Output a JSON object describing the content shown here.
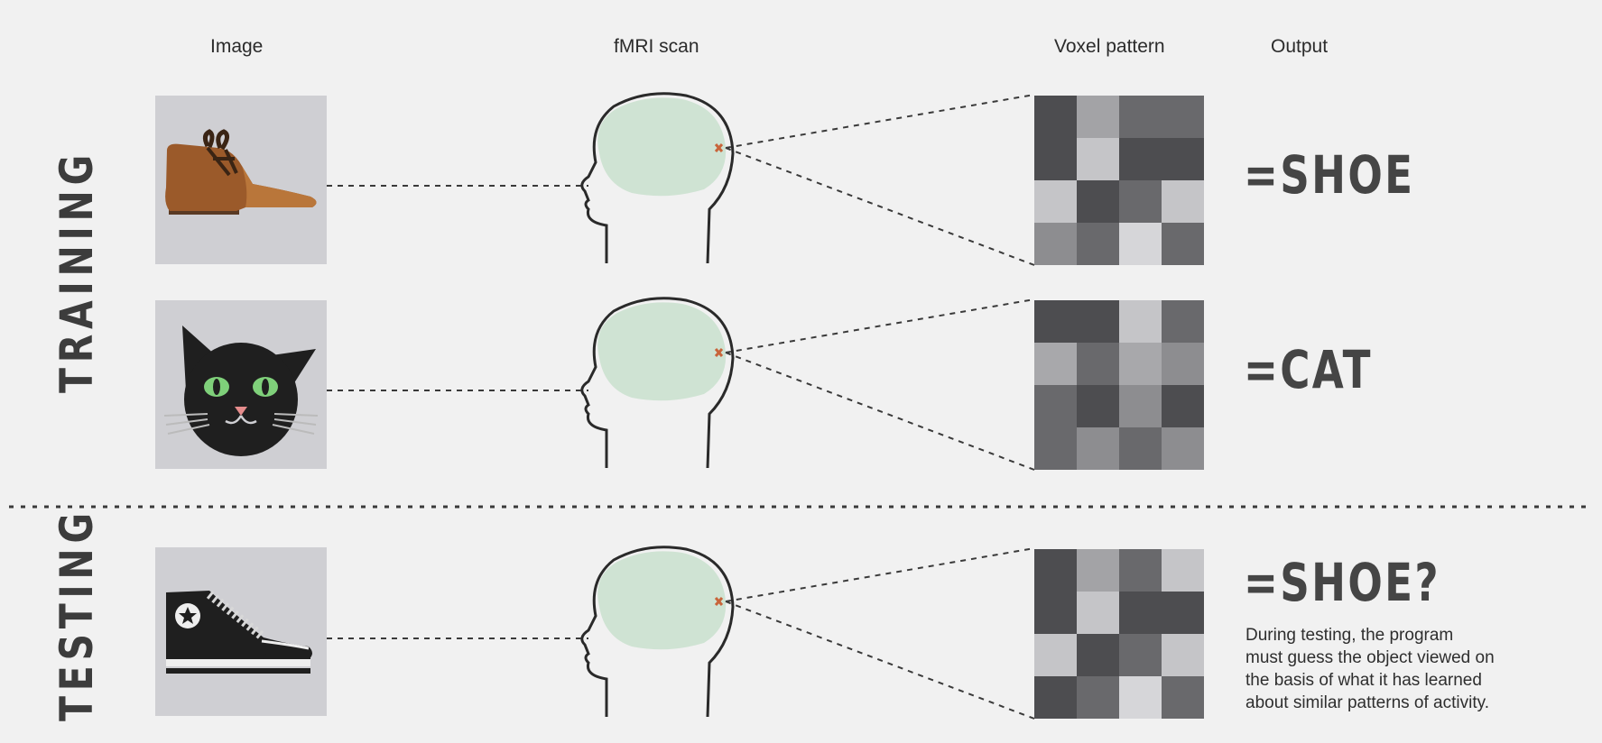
{
  "columns": {
    "image": "Image",
    "fmri": "fMRI scan",
    "voxel": "Voxel pattern",
    "output": "Output"
  },
  "phases": {
    "training": "TRAINING",
    "testing": "TESTING"
  },
  "rows": [
    {
      "object_icon": "dress-shoe-icon",
      "output": "=SHOE",
      "voxel_shades": [
        "#4d4d50",
        "#a3a3a6",
        "#69696c",
        "#69696c",
        "#4d4d50",
        "#c5c5c8",
        "#4d4d50",
        "#4d4d50",
        "#c5c5c8",
        "#4d4d50",
        "#69696c",
        "#c5c5c8",
        "#8d8d90",
        "#69696c",
        "#d6d6d9",
        "#69696c"
      ]
    },
    {
      "object_icon": "cat-face-icon",
      "output": "=CAT",
      "voxel_shades": [
        "#4d4d50",
        "#4d4d50",
        "#c5c5c8",
        "#69696c",
        "#a8a8ab",
        "#69696c",
        "#a8a8ab",
        "#8d8d90",
        "#69696c",
        "#4d4d50",
        "#8d8d90",
        "#4d4d50",
        "#69696c",
        "#8d8d90",
        "#69696c",
        "#8d8d90"
      ]
    },
    {
      "object_icon": "sneaker-icon",
      "output": "=SHOE?",
      "voxel_shades": [
        "#4d4d50",
        "#a3a3a6",
        "#69696c",
        "#c5c5c8",
        "#4d4d50",
        "#c5c5c8",
        "#4d4d50",
        "#4d4d50",
        "#c5c5c8",
        "#4d4d50",
        "#69696c",
        "#c5c5c8",
        "#4d4d50",
        "#69696c",
        "#d6d6d9",
        "#69696c"
      ]
    }
  ],
  "caption": [
    "During testing, the program",
    "must guess the object viewed on",
    "the basis of what it has learned",
    "about similar patterns of activity."
  ],
  "colors": {
    "background": "#f1f1f1",
    "thumb_background": "#cfcfd3",
    "brain": "#cfe3d3",
    "activation": "#c8643a",
    "text": "#3c3c3c"
  }
}
